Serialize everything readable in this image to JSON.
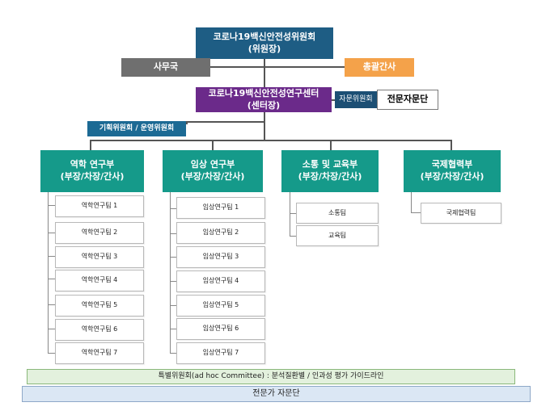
{
  "top": {
    "title": "코로나19백신안전성위원회",
    "sub": "(위원장)"
  },
  "secretariat": "사무국",
  "general_secretary": "총괄간사",
  "center": {
    "title": "코로나19백신안전성연구센터",
    "sub": "(센터장)"
  },
  "advisory_label": "자문위원회",
  "advisory_box": "전문자문단",
  "planning": "기획위원회 / 운영위원회",
  "departments": [
    {
      "title": "역학 연구부",
      "sub": "(부장/차장/간사)",
      "teams": [
        "역학연구팀 1",
        "역학연구팀 2",
        "역학연구팀 3",
        "역학연구팀 4",
        "역학연구팀 5",
        "역학연구팀 6",
        "역학연구팀 7"
      ]
    },
    {
      "title": "임상 연구부",
      "sub": "(부장/차장/간사)",
      "teams": [
        "임상연구팀 1",
        "임상연구팀 2",
        "임상연구팀 3",
        "임상연구팀 4",
        "임상연구팀 5",
        "임상연구팀 6",
        "임상연구팀 7"
      ]
    },
    {
      "title": "소통 및 교육부",
      "sub": "(부장/차장/간사)",
      "teams": [
        "소통팀",
        "교육팀"
      ]
    },
    {
      "title": "국제협력부",
      "sub": "(부장/차장/간사)",
      "teams": [
        "국제협력팀"
      ]
    }
  ],
  "special_committee": "특별위원회(ad hoc Committee) : 분석질환별 / 인과성 평가 가이드라인",
  "expert_group": "전문가 자문단"
}
